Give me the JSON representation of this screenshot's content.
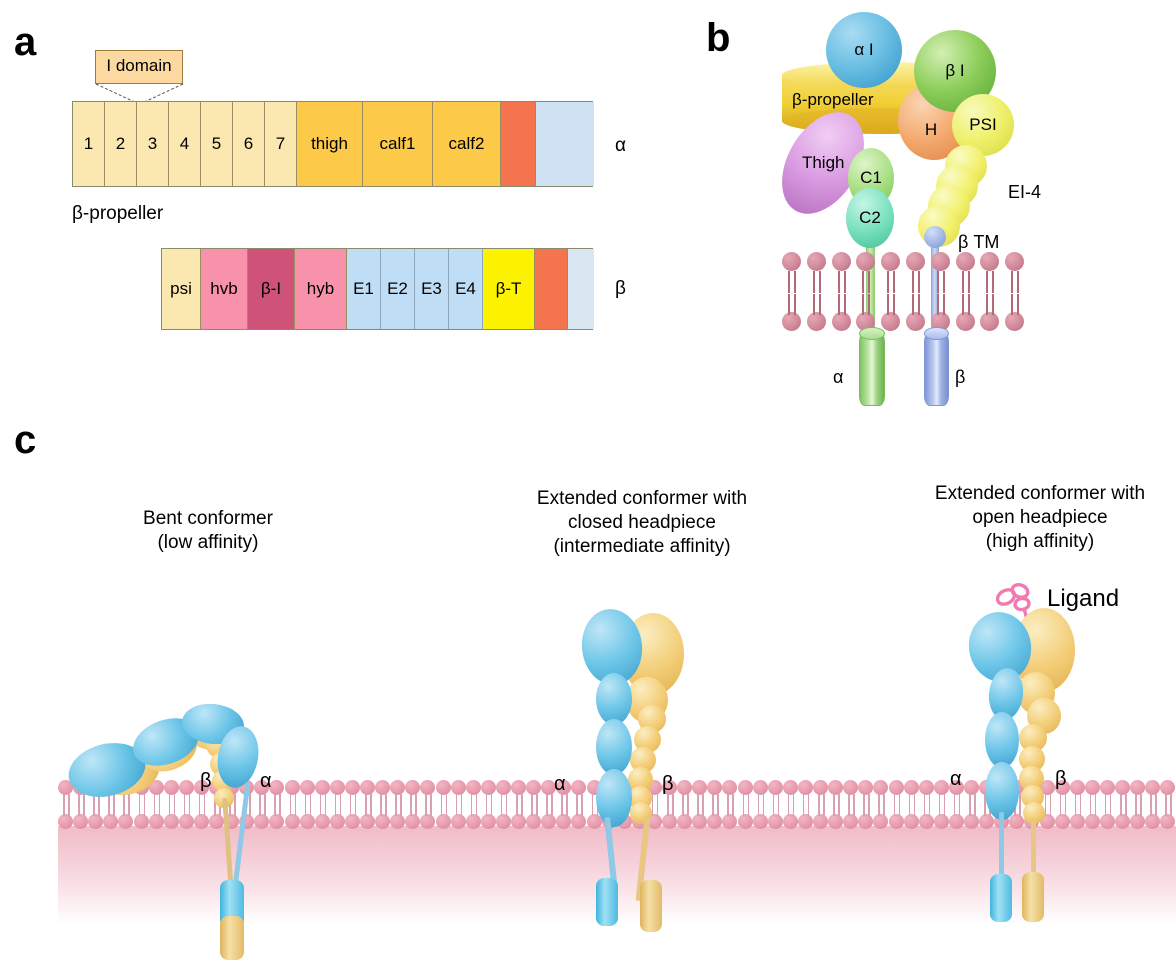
{
  "figure": {
    "panels": [
      {
        "letter": "a"
      },
      {
        "letter": "b"
      },
      {
        "letter": "c"
      }
    ]
  },
  "panel_a": {
    "letter": "a",
    "callout": {
      "label": "I domain",
      "fill": "#fcd9a0",
      "stroke": "#a07c3a"
    },
    "propeller_label": "β-propeller",
    "alpha": {
      "chain_label": "α",
      "segments": [
        {
          "label": "1",
          "fill": "#fbe8b0"
        },
        {
          "label": "2",
          "fill": "#fbe8b0"
        },
        {
          "label": "3",
          "fill": "#fbe8b0"
        },
        {
          "label": "4",
          "fill": "#fbe8b0"
        },
        {
          "label": "5",
          "fill": "#fbe8b0"
        },
        {
          "label": "6",
          "fill": "#fbe8b0"
        },
        {
          "label": "7",
          "fill": "#fbe8b0"
        },
        {
          "label": "thigh",
          "fill": "#fcca48"
        },
        {
          "label": "calf1",
          "fill": "#fcca48"
        },
        {
          "label": "calf2",
          "fill": "#fcca48"
        },
        {
          "label": "",
          "fill": "#f4744d"
        },
        {
          "label": "",
          "fill": "#cfe2f3"
        }
      ]
    },
    "beta": {
      "chain_label": "β",
      "segments": [
        {
          "label": "psi",
          "fill": "#fbe8b0"
        },
        {
          "label": "hvb",
          "fill": "#f891aa"
        },
        {
          "label": "β-I",
          "fill": "#cf5278"
        },
        {
          "label": "hyb",
          "fill": "#f891aa"
        },
        {
          "label": "E1",
          "fill": "#bfdef5"
        },
        {
          "label": "E2",
          "fill": "#bfdef5"
        },
        {
          "label": "E3",
          "fill": "#bfdef5"
        },
        {
          "label": "E4",
          "fill": "#bfdef5"
        },
        {
          "label": "β-T",
          "fill": "#fdf200"
        },
        {
          "label": "",
          "fill": "#f4744d"
        },
        {
          "label": "",
          "fill": "#d9e7f2"
        }
      ]
    }
  },
  "panel_b": {
    "letter": "b",
    "domains": [
      {
        "name": "alpha-I",
        "label": "α I",
        "color": "#5cb3dd"
      },
      {
        "name": "beta-propeller",
        "label": "β-propeller",
        "color": "#f4d94a"
      },
      {
        "name": "beta-I",
        "label": "β I",
        "color": "#8ccd5a"
      },
      {
        "name": "hybrid",
        "label": "H",
        "color": "#f4a96e"
      },
      {
        "name": "psi",
        "label": "PSI",
        "color": "#eef06a"
      },
      {
        "name": "thigh",
        "label": "Thigh",
        "color": "#d99ae0"
      },
      {
        "name": "calf1",
        "label": "C1",
        "color": "#a6de82"
      },
      {
        "name": "calf2",
        "label": "C2",
        "color": "#77e0bd"
      },
      {
        "name": "egf-1-4",
        "label": "EI-4",
        "color": "#f2f06a"
      },
      {
        "name": "beta-tm",
        "label": "β TM",
        "color": "#a8bde8"
      }
    ],
    "leg_labels": {
      "alpha": "α",
      "beta": "β"
    },
    "alpha_leg_color": "#a8dd8a",
    "beta_leg_color": "#a8bde8"
  },
  "panel_c": {
    "letter": "c",
    "conformers": [
      {
        "name": "bent",
        "title_line1": "Bent conformer",
        "title_line2": "(low affinity)",
        "title_line3": ""
      },
      {
        "name": "extended-closed",
        "title_line1": "Extended conformer with",
        "title_line2": "closed headpiece",
        "title_line3": "(intermediate affinity)"
      },
      {
        "name": "extended-open",
        "title_line1": "Extended conformer with",
        "title_line2": "open headpiece",
        "title_line3": "(high affinity)"
      }
    ],
    "subunit_labels": {
      "alpha": "α",
      "beta": "β"
    },
    "ligand_label": "Ligand",
    "ligand_color": "#f07bb0",
    "alpha_color": "#6dc6e8",
    "beta_color": "#f3cd77",
    "membrane_head_color": "#e79bad",
    "cytoplasm_color": "#f0bcc8"
  }
}
